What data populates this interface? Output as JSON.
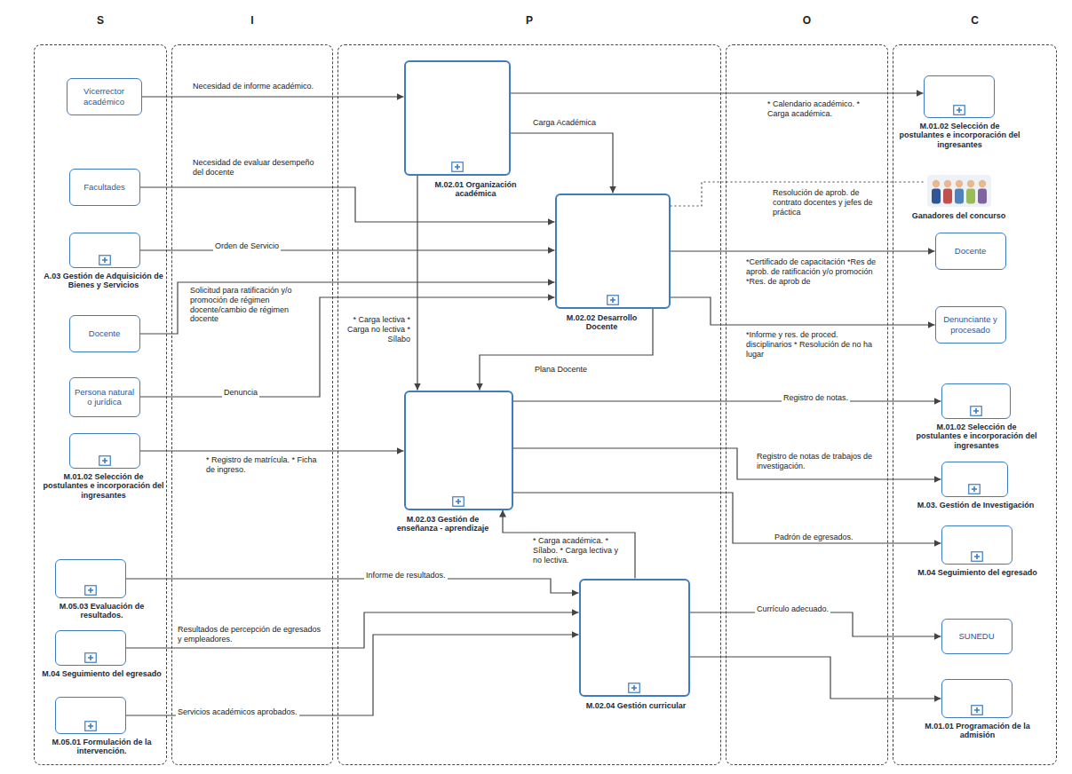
{
  "diagram": {
    "nodes": [
      {
        "text": [
          "S"
        ]
      },
      {
        "text": [
          "I"
        ]
      },
      {
        "text": [
          "P"
        ]
      },
      {
        "text": [
          "O"
        ]
      },
      {
        "text": [
          "C"
        ]
      },
      {
        "text": [
          "Vicerrector académico"
        ],
        "in": 0
      },
      {
        "text": [
          "Facultades"
        ],
        "in": 0
      },
      {
        "text": [
          "A.03 Gestión de Adquisición de Bienes y Servicios"
        ],
        "in": 0
      },
      {
        "text": [
          "Docente"
        ],
        "in": 0
      },
      {
        "text": [
          "Persona natural o jurídica"
        ],
        "in": 0
      },
      {
        "text": [
          "M.01.02 Selección de postulantes e incorporación del ingresantes"
        ],
        "in": 0
      },
      {
        "text": [
          "M.05.03 Evaluación de resultados."
        ],
        "in": 0
      },
      {
        "text": [
          "M.04 Seguimiento del egresado"
        ],
        "in": 0
      },
      {
        "text": [
          "M.05.01 Formulación de la intervención."
        ],
        "in": 0
      },
      {
        "text": [
          "M.02.01 Organización académica"
        ],
        "in": 2
      },
      {
        "text": [
          "M.02.02 Desarrollo Docente"
        ],
        "in": 2
      },
      {
        "text": [
          "M.02.03 Gestión de enseñanza - aprendizaje"
        ],
        "in": 2
      },
      {
        "text": [
          "M.02.04 Gestión curricular"
        ],
        "in": 2
      },
      {
        "text": [
          "M.01.02 Selección de postulantes e incorporación del ingresantes"
        ],
        "in": 4
      },
      {
        "text": [
          "Ganadores del concurso"
        ],
        "in": 4
      },
      {
        "text": [
          "Docente"
        ],
        "in": 4
      },
      {
        "text": [
          "Denunciante y procesado"
        ],
        "in": 4
      },
      {
        "text": [
          "M.01.02 Selección de postulantes e incorporación del ingresantes"
        ],
        "in": 4
      },
      {
        "text": [
          "M.03. Gestión de Investigación"
        ],
        "in": 4
      },
      {
        "text": [
          "M.04 Seguimiento del egresado"
        ],
        "in": 4
      },
      {
        "text": [
          "SUNEDU"
        ],
        "in": 4
      },
      {
        "text": [
          "M.01.01 Programación de la admisión"
        ],
        "in": 4
      }
    ],
    "edges": [
      {
        "from": 5,
        "to": 14,
        "arrow": "to",
        "label": "Necesidad de informe académico."
      },
      {
        "from": 14,
        "to": 18,
        "arrow": "to",
        "label": "* Calendario académico. * Carga académica."
      },
      {
        "from": 14,
        "to": 15,
        "arrow": "to",
        "label": "Carga Académica"
      },
      {
        "from": 14,
        "to": 16,
        "arrow": "to",
        "label": "* Carga lectiva * Carga no lectiva * Sílabo"
      },
      {
        "from": 6,
        "to": 15,
        "arrow": "to",
        "label": "Necesidad de evaluar desempeño del docente"
      },
      {
        "from": 7,
        "to": 15,
        "arrow": "to",
        "label": "Orden de Servicio"
      },
      {
        "from": 8,
        "to": 15,
        "arrow": "to",
        "label": "Solicitud para ratificación y/o promoción de régimen docente/cambio de régimen docente"
      },
      {
        "from": 9,
        "to": 15,
        "arrow": "to",
        "label": "Denuncia"
      },
      {
        "from": 15,
        "to": 19,
        "arrow": "none",
        "label": "Resolución de aprob. de contrato docentes y jefes de práctica"
      },
      {
        "from": 15,
        "to": 20,
        "arrow": "to",
        "label": "*Certificado de capacitación *Res de aprob. de ratificación y/o promoción *Res. de aprob de"
      },
      {
        "from": 15,
        "to": 21,
        "arrow": "to",
        "label": "*Informe y res. de proced. disciplinarios * Resolución de no ha lugar"
      },
      {
        "from": 15,
        "to": 16,
        "arrow": "to",
        "label": "Plana Docente"
      },
      {
        "from": 10,
        "to": 16,
        "arrow": "to",
        "label": "* Registro de matrícula. * Ficha de ingreso."
      },
      {
        "from": 16,
        "to": 22,
        "arrow": "to",
        "label": "Registro de notas."
      },
      {
        "from": 16,
        "to": 23,
        "arrow": "to",
        "label": "Registro de notas de trabajos de investigación."
      },
      {
        "from": 16,
        "to": 24,
        "arrow": "to",
        "label": "Padrón de egresados."
      },
      {
        "from": 11,
        "to": 17,
        "arrow": "to",
        "label": "Informe de resultados."
      },
      {
        "from": 12,
        "to": 17,
        "arrow": "to",
        "label": "Resultados de percepción de egresados y empleadores."
      },
      {
        "from": 13,
        "to": 17,
        "arrow": "to",
        "label": "Servicios académicos aprobados."
      },
      {
        "from": 17,
        "to": 16,
        "arrow": "to",
        "label": "* Carga académica. * Sílabo. * Carga lectiva y no lectiva."
      },
      {
        "from": 17,
        "to": 25,
        "arrow": "to",
        "label": "Currículo adecuado."
      },
      {
        "from": 17,
        "to": 26,
        "arrow": "to"
      }
    ]
  }
}
